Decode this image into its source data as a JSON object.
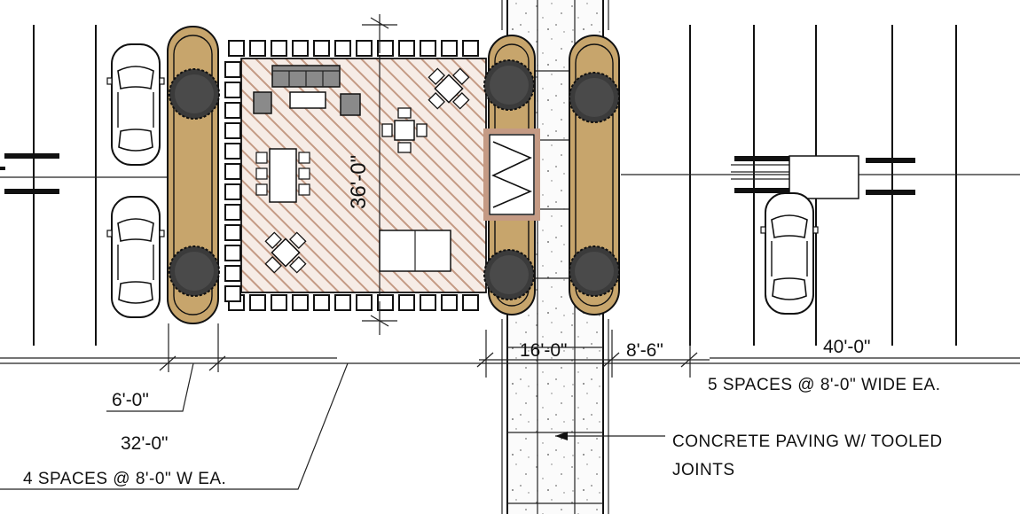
{
  "dimensions": {
    "park_width": "36'-0\"",
    "buffer": "6'-0\"",
    "left_length": "32'-0\"",
    "left_spaces": "4 SPACES @ 8'-0\" W EA.",
    "walk_width": "16'-0\"",
    "lane": "8'-6\"",
    "right_length": "40'-0\"",
    "right_spaces": "5 SPACES @ 8'-0\" WIDE EA."
  },
  "notes": {
    "paving_line1": "CONCRETE PAVING W/ TOOLED",
    "paving_line2": "JOINTS"
  },
  "colors": {
    "planter": "#c7a56c",
    "hatch": "#c49a84",
    "deck": "#f6ece6",
    "tree": "#3b3b3b",
    "line": "#111111"
  }
}
